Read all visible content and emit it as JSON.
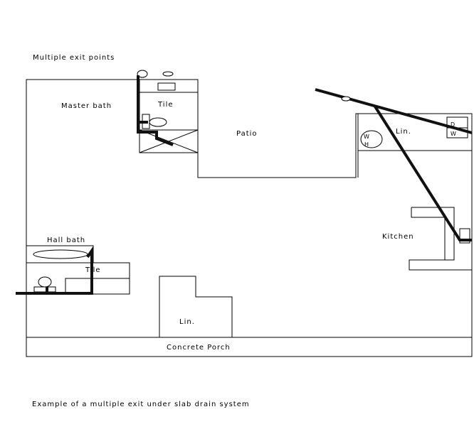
{
  "header": {
    "title": "Multiple exit points"
  },
  "caption": "Example of a multiple exit under slab drain system",
  "rooms": {
    "master_bath": "Master bath",
    "master_tile": "Tile",
    "patio": "Patio",
    "kitchen": "Kitchen",
    "kitchen_linen": "Lin.",
    "hall_bath": "Hall bath",
    "hall_tile": "Tile",
    "center_linen": "Lin.",
    "porch": "Concrete Porch"
  },
  "fixtures": {
    "water_heater_line1": "W",
    "water_heater_line2": "H",
    "dryer_washer_line1": "D",
    "dryer_washer_line2": "W"
  },
  "colors": {
    "lines": "#000000",
    "pipes": "#111111",
    "background": "#ffffff"
  }
}
